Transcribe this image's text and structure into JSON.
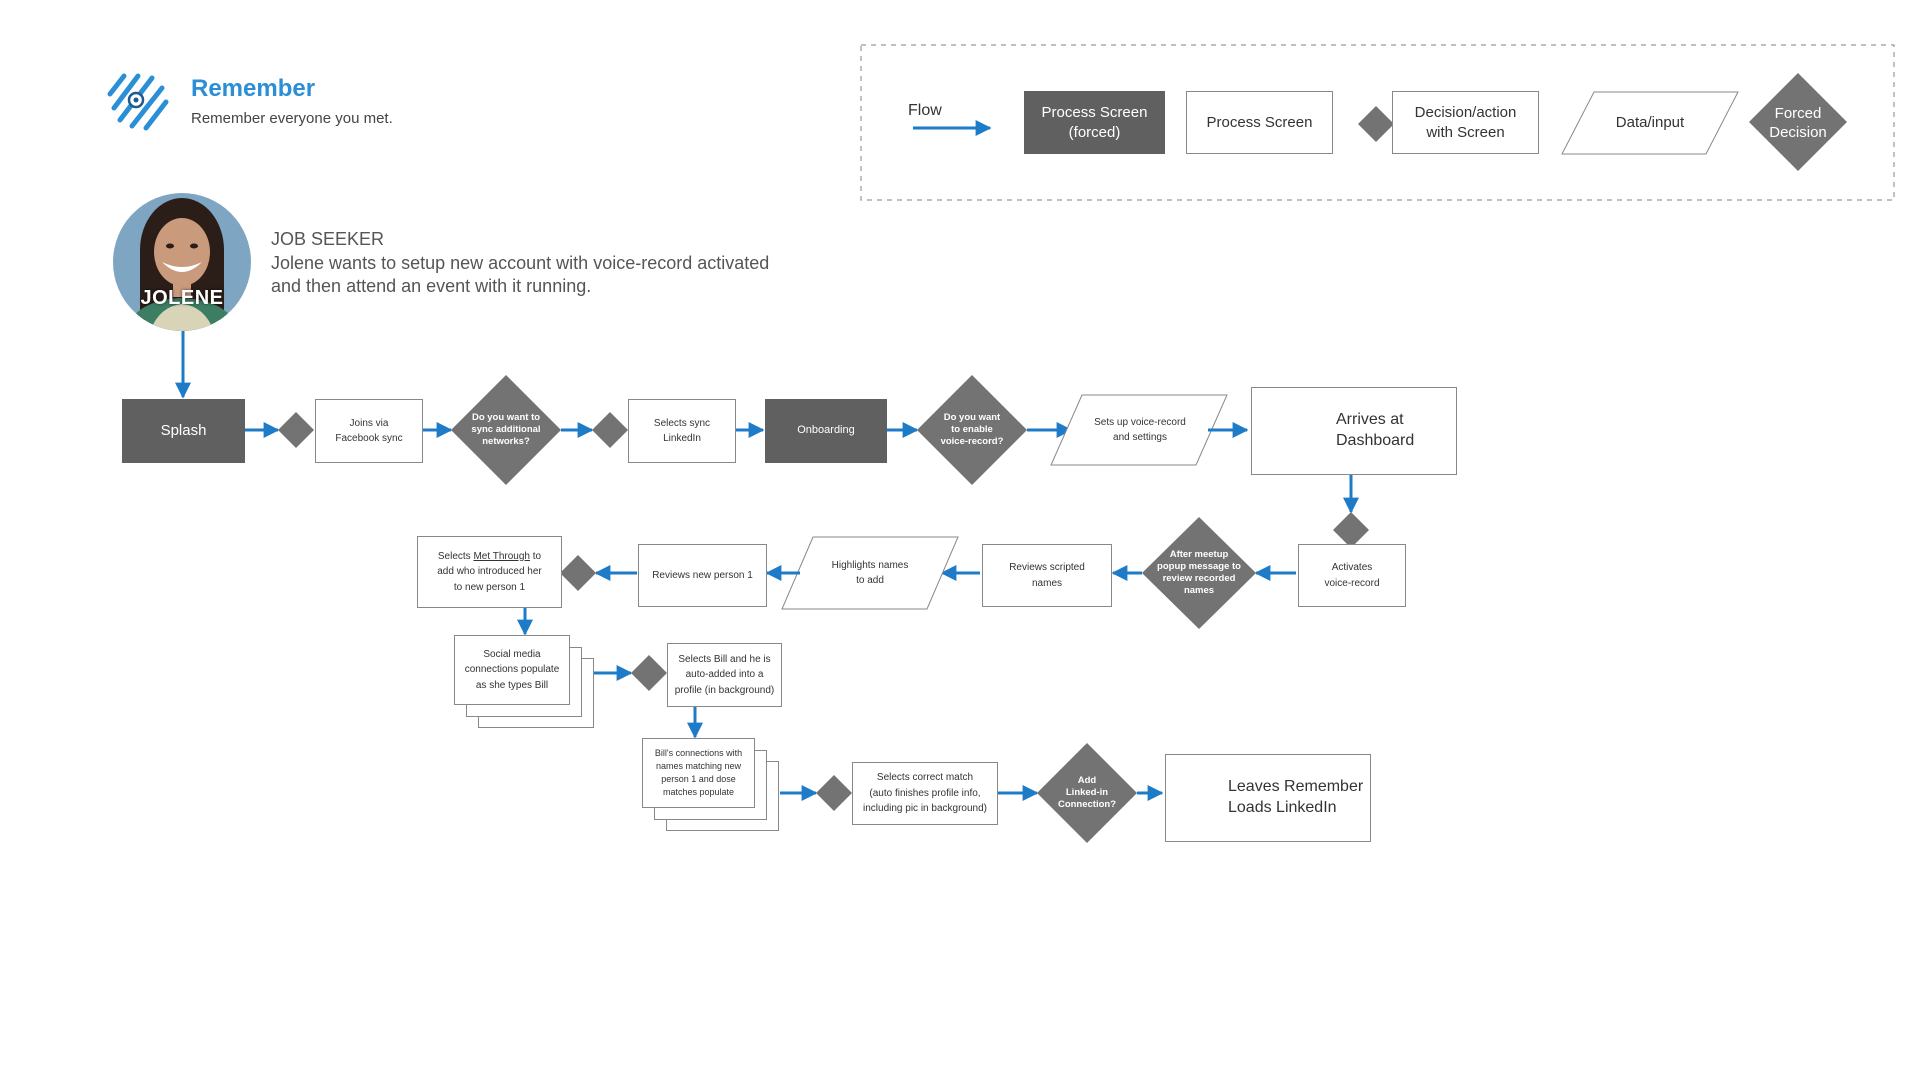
{
  "header": {
    "app_name": "Remember",
    "tagline": "Remember everyone you met."
  },
  "persona": {
    "name": "JOLENE",
    "role": "JOB SEEKER",
    "description_line1": "Jolene wants to setup new account with voice-record activated",
    "description_line2": "and then attend an event with it running."
  },
  "legend": {
    "flow": "Flow",
    "process_forced_1": "Process Screen",
    "process_forced_2": "(forced)",
    "process": "Process Screen",
    "decision_1": "Decision/action",
    "decision_2": "with Screen",
    "data_input": "Data/input",
    "forced_decision_1": "Forced",
    "forced_decision_2": "Decision"
  },
  "nodes": {
    "splash": "Splash",
    "joins_1": "Joins via",
    "joins_2": "Facebook sync",
    "sync_q_1": "Do you want to",
    "sync_q_2": "sync additional",
    "sync_q_3": "networks?",
    "selects_sync_1": "Selects sync",
    "selects_sync_2": "LinkedIn",
    "onboarding": "Onboarding",
    "voice_q_1": "Do you want",
    "voice_q_2": "to enable",
    "voice_q_3": "voice-record?",
    "setup_voice_1": "Sets up voice-record",
    "setup_voice_2": "and settings",
    "dashboard_1": "Arrives at",
    "dashboard_2": "Dashboard",
    "activates_1": "Activates",
    "activates_2": "voice-record",
    "after_meetup_1": "After meetup",
    "after_meetup_2": "popup message to",
    "after_meetup_3": "review recorded",
    "after_meetup_4": "names",
    "reviews_scripted_1": "Reviews scripted",
    "reviews_scripted_2": "names",
    "highlights_1": "Highlights names",
    "highlights_2": "to add",
    "reviews_new": "Reviews new person 1",
    "met_through_1a": "Selects ",
    "met_through_1b": "Met Through",
    "met_through_1c": " to",
    "met_through_2": "add who introduced her",
    "met_through_3": "to new person 1",
    "social_1": "Social media",
    "social_2": "connections populate",
    "social_3": "as she types Bill",
    "selects_bill_1": "Selects Bill and he is",
    "selects_bill_2": "auto-added into a",
    "selects_bill_3": "profile (in background)",
    "bills_conn_1": "Bill's connections with",
    "bills_conn_2": "names matching new",
    "bills_conn_3": "person 1 and dose",
    "bills_conn_4": "matches populate",
    "correct_match_1": "Selects correct match",
    "correct_match_2": "(auto finishes profile info,",
    "correct_match_3": "including pic in background)",
    "linkedin_q_1": "Add",
    "linkedin_q_2": "Linked-in",
    "linkedin_q_3": "Connection?",
    "leaves_1": "Leaves Remember",
    "leaves_2": "Loads LinkedIn"
  },
  "colors": {
    "accent": "#2a8fd6",
    "arrow": "#1e7bc8",
    "forced_fill": "#606060",
    "decision_fill": "#737373",
    "border": "#888888"
  }
}
